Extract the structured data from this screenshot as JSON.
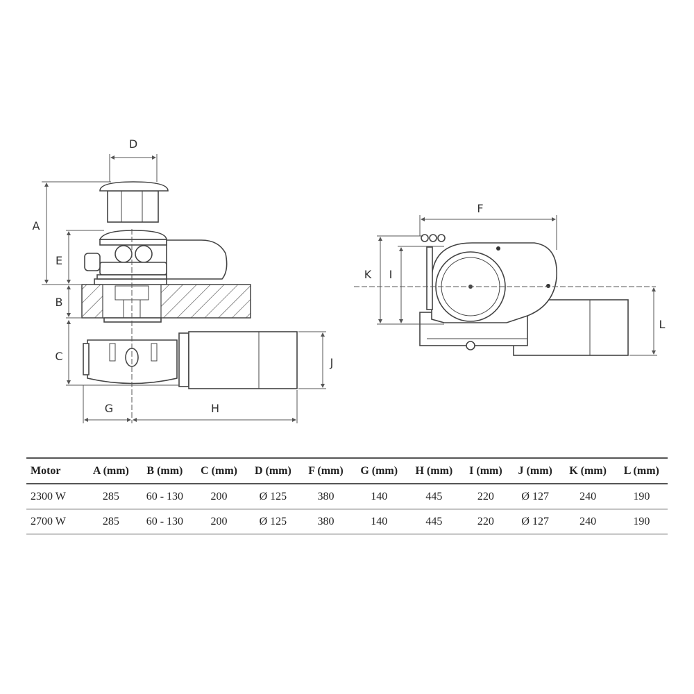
{
  "diagram": {
    "side_view_labels": {
      "A": "A",
      "B": "B",
      "C": "C",
      "D": "D",
      "E": "E",
      "G": "G",
      "H": "H",
      "J": "J"
    },
    "front_view_labels": {
      "F": "F",
      "I": "I",
      "K": "K",
      "L": "L"
    }
  },
  "table": {
    "headers": [
      "Motor",
      "A (mm)",
      "B (mm)",
      "C (mm)",
      "D (mm)",
      "F (mm)",
      "G (mm)",
      "H (mm)",
      "I (mm)",
      "J (mm)",
      "K (mm)",
      "L (mm)"
    ],
    "rows": [
      [
        "2300 W",
        "285",
        "60 - 130",
        "200",
        "Ø 125",
        "380",
        "140",
        "445",
        "220",
        "Ø 127",
        "240",
        "190"
      ],
      [
        "2700 W",
        "285",
        "60 - 130",
        "200",
        "Ø 125",
        "380",
        "140",
        "445",
        "220",
        "Ø 127",
        "240",
        "190"
      ]
    ]
  }
}
